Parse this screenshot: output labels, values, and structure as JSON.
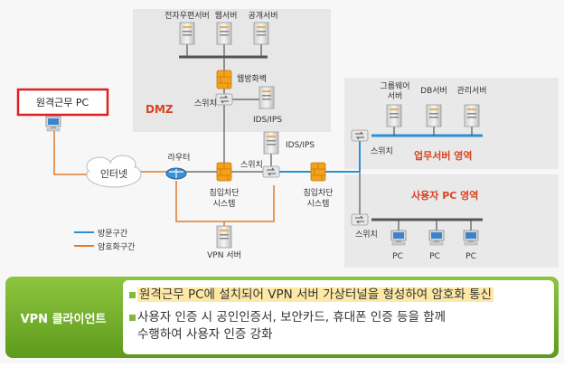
{
  "diagram": {
    "remote_pc": "원격근무 PC",
    "internet": "인터넷",
    "router": "라우터",
    "dmz": "DMZ",
    "dmz_servers": [
      "전자우편서버",
      "웹서버",
      "공개서버"
    ],
    "web_firewall": "웹방화벽",
    "ids_ips_dmz": "IDS/IPS",
    "ids_ips_core": "IDS/IPS",
    "switch": "스위치",
    "ips_left": [
      "침입차단",
      "시스템"
    ],
    "ips_right": [
      "침입차단",
      "시스템"
    ],
    "vpn_server": "VPN 서버",
    "work_servers": [
      "그룹웨어\n서버",
      "DB서버",
      "관리서버"
    ],
    "work_zone": "업무서버 영역",
    "user_zone": "사용자 PC 영역",
    "pc_label": "PC",
    "legend": [
      {
        "label": "방문구간",
        "color": "#2b8fd6"
      },
      {
        "label": "암호화구간",
        "color": "#e07a28"
      }
    ]
  },
  "panel": {
    "title": "VPN 클라이언트",
    "bullets": [
      "원격근무 PC에 설치되어 VPN 서버 가상터널을 형성하여 암호화 통신",
      "사용자 인증 시 공인인증서, 보안카드, 휴대폰 인증 등을 함께",
      "수행하여 사용자 인증 강화"
    ]
  },
  "colors": {
    "accent_green": "#7fba3a",
    "zone_red": "#d9431e",
    "blue_line": "#2b8fd6",
    "orange_line": "#e07a28"
  }
}
